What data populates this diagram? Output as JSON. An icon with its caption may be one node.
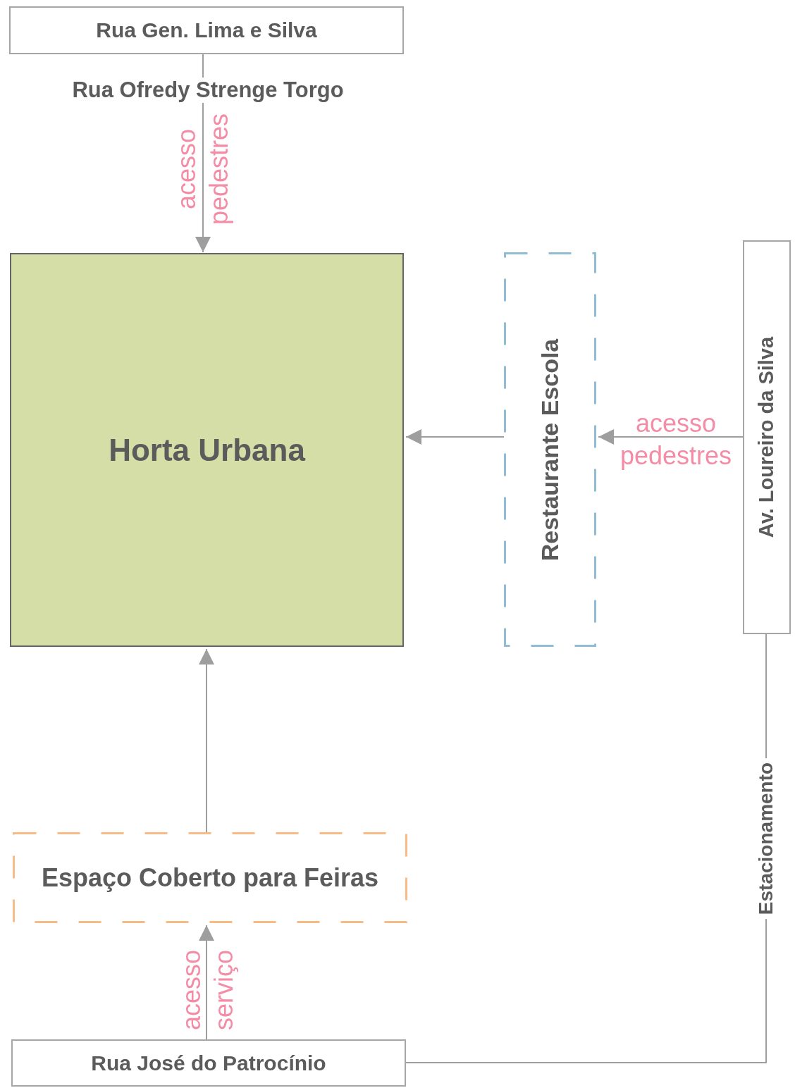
{
  "diagram": {
    "nodes": [
      {
        "text": [
          "Rua Gen. Lima e Silva"
        ]
      },
      {
        "text": [
          "Horta Urbana"
        ]
      },
      {
        "text": [
          "Restaurante Escola"
        ]
      },
      {
        "text": [
          "Av. Loureiro da Silva"
        ]
      },
      {
        "text": [
          "Espaço Coberto para Feiras"
        ]
      },
      {
        "text": [
          "Rua José do Patrocínio"
        ]
      }
    ],
    "edges": [
      {
        "from": 0,
        "to": 1,
        "arrow": "to",
        "label": "Rua Ofredy Strenge Torgo"
      },
      {
        "from": 2,
        "to": 1,
        "arrow": "to"
      },
      {
        "from": 3,
        "to": 2,
        "arrow": "to",
        "label": "acesso pedestres"
      },
      {
        "from": 4,
        "to": 1,
        "arrow": "to"
      },
      {
        "from": 5,
        "to": 4,
        "arrow": "to",
        "label": "acesso serviço"
      },
      {
        "from": 5,
        "to": 3,
        "arrow": "none",
        "label": "Estacionamento"
      }
    ],
    "labels": [
      "acesso pedestres"
    ]
  }
}
